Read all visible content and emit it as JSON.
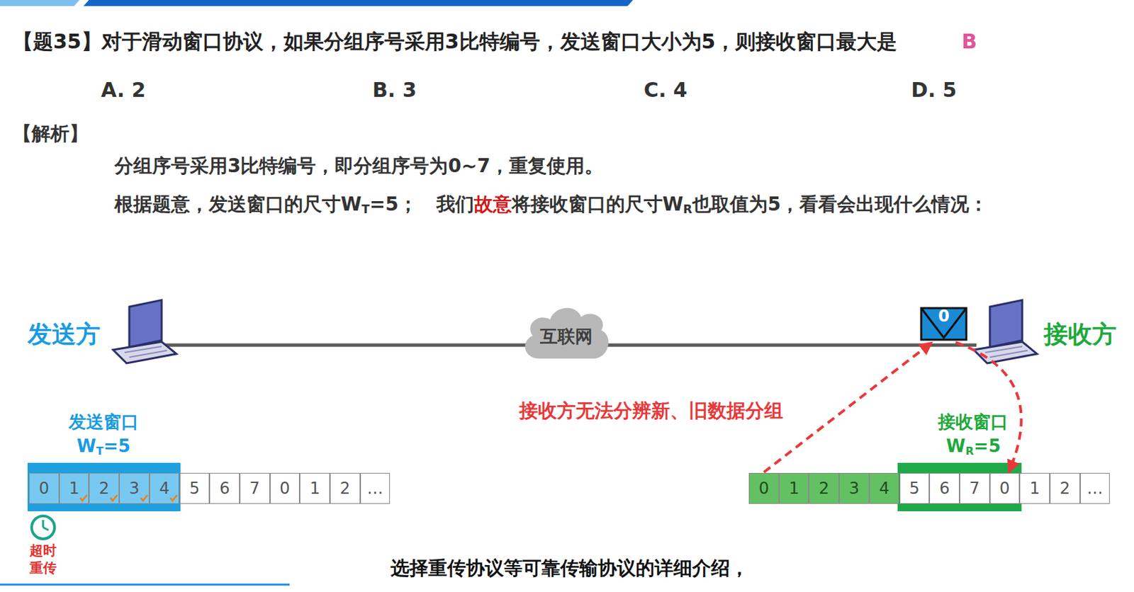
{
  "diagram": {
    "title": "【题35】对于滑动窗口协议，如果分组序号采用3比特编号，发送窗口大小为5，则接收窗口最大是",
    "caption": "选择重传协议等可靠传输协议的详细介绍，",
    "nodes": [
      {
        "text": [
          "互联网"
        ]
      },
      {
        "text": [
          "0"
        ]
      },
      {
        "text": [
          "0"
        ]
      },
      {
        "text": [
          "1"
        ]
      },
      {
        "text": [
          "2"
        ]
      },
      {
        "text": [
          "3"
        ]
      },
      {
        "text": [
          "4"
        ]
      },
      {
        "text": [
          "5"
        ]
      },
      {
        "text": [
          "6"
        ]
      },
      {
        "text": [
          "7"
        ]
      },
      {
        "text": [
          "0"
        ]
      },
      {
        "text": [
          "1"
        ]
      },
      {
        "text": [
          "2"
        ]
      },
      {
        "text": [
          "…"
        ]
      },
      {
        "text": [
          "0"
        ]
      },
      {
        "text": [
          "1"
        ]
      },
      {
        "text": [
          "2"
        ]
      },
      {
        "text": [
          "3"
        ]
      },
      {
        "text": [
          "4"
        ]
      },
      {
        "text": [
          "5"
        ]
      },
      {
        "text": [
          "6"
        ]
      },
      {
        "text": [
          "7"
        ]
      },
      {
        "text": [
          "0"
        ]
      },
      {
        "text": [
          "1"
        ]
      },
      {
        "text": [
          "2"
        ]
      },
      {
        "text": [
          "…"
        ]
      }
    ],
    "edges": [
      {
        "from": 14,
        "to": 1,
        "arrow": "to"
      },
      {
        "from": 1,
        "to": 22,
        "arrow": "to"
      }
    ],
    "labels": [
      "B",
      "A. 2",
      "B. 3",
      "C. 4",
      "D. 5",
      "【解析】",
      "分组序号采用3比特编号，即分组序号为0~7，重复使用。",
      "根据题意，发送窗口的尺寸W",
      "T",
      "=5；",
      "我们",
      "故意",
      "将接收窗口的尺寸W",
      "R",
      "也取值为5，看看会出现什么情况：",
      "发送方",
      "接收方",
      "接收方无法分辨新、旧数据分组",
      "发送窗口",
      "W",
      "T",
      "=5",
      "接收窗口",
      "W",
      "R",
      "=5",
      "超时",
      "重传"
    ]
  }
}
